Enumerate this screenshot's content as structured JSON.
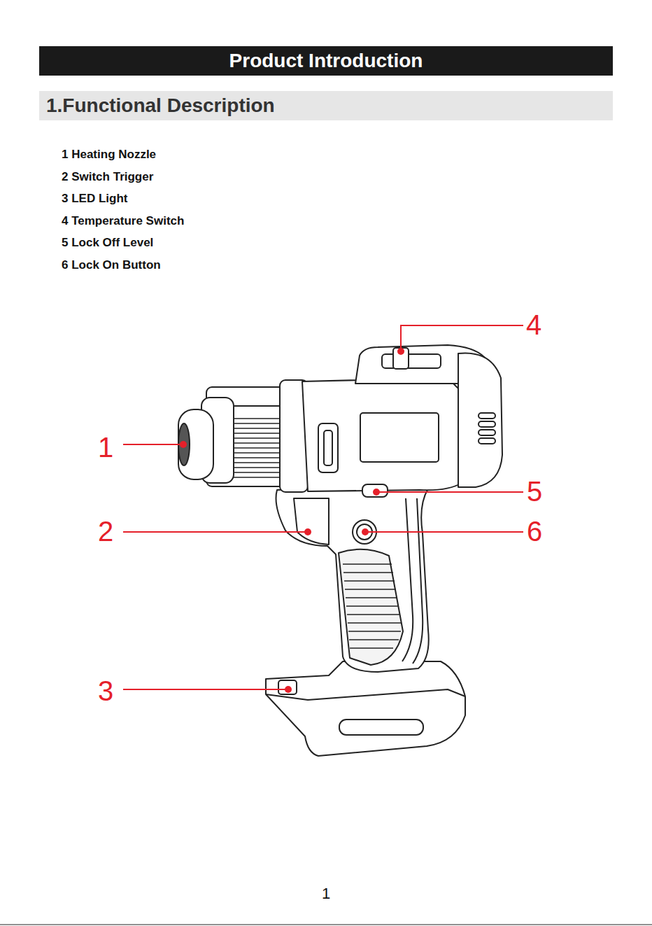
{
  "diagram": {
    "title": "Product Introduction",
    "nodes": [
      {
        "text": [
          "1.Functional Description"
        ]
      }
    ],
    "labels": [
      "1 Heating Nozzle",
      "2 Switch Trigger",
      "3 LED Light",
      "4 Temperature Switch",
      "5 Lock Off Level",
      "6 Lock On Button",
      "4",
      "1",
      "5",
      "2",
      "6",
      "3",
      "1"
    ]
  }
}
